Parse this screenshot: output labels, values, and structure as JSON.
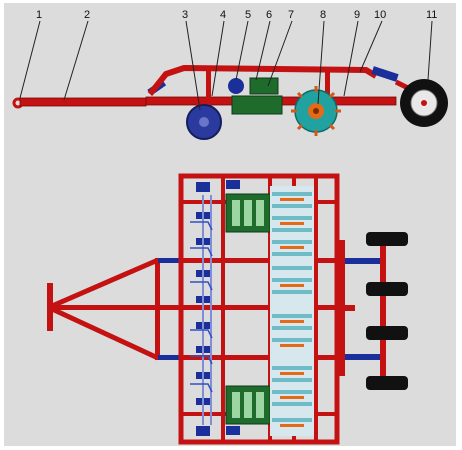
{
  "figure": {
    "background": "#dcdcdc",
    "colors": {
      "frame_red": "#c41212",
      "blue": "#1b2f9a",
      "green_unit": "#1f6b2c",
      "tyre": "#111111",
      "teal_wheel": "#20a3a0",
      "orange": "#e56a18"
    },
    "callouts": [
      "1",
      "2",
      "3",
      "4",
      "5",
      "6",
      "7",
      "8",
      "9",
      "10",
      "11"
    ]
  }
}
